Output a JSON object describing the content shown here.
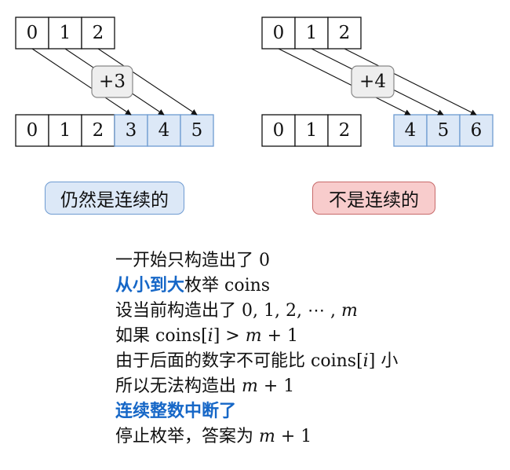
{
  "left_diagram": {
    "top_row": [
      "0",
      "1",
      "2"
    ],
    "bottom_row": [
      "0",
      "1",
      "2",
      "3",
      "4",
      "5"
    ],
    "offset_label": "+3"
  },
  "right_diagram": {
    "top_row": [
      "0",
      "1",
      "2"
    ],
    "bottom_row_left": [
      "0",
      "1",
      "2"
    ],
    "bottom_row_right": [
      "4",
      "5",
      "6"
    ],
    "offset_label": "+4"
  },
  "labels": {
    "still_continuous": "仍然是连续的",
    "not_continuous": "不是连续的"
  },
  "explanation": {
    "l1": "一开始只构造出了",
    "l1_m": "0",
    "l2_em": "从小到大",
    "l2": "枚举",
    "l2_m": "coins",
    "l3": "设当前构造出了",
    "l3_m": "0, 1, 2, ⋯ , ",
    "l3_var": "m",
    "l4": "如果",
    "l4_m1": "coins[",
    "l4_i": "i",
    "l4_m2": "] > ",
    "l4_m": "m",
    "l4_m3": " + 1",
    "l5": "由于后面的数字不可能比",
    "l5_m1": "coins[",
    "l5_i": "i",
    "l5_m2": "]",
    "l5_tail": "小",
    "l6": "所以无法构造出",
    "l6_m": "m",
    "l6_m2": " + 1",
    "l7_em": "连续整数中断了",
    "l8": "停止枚举，答案为",
    "l8_m": "m",
    "l8_m2": " + 1"
  }
}
